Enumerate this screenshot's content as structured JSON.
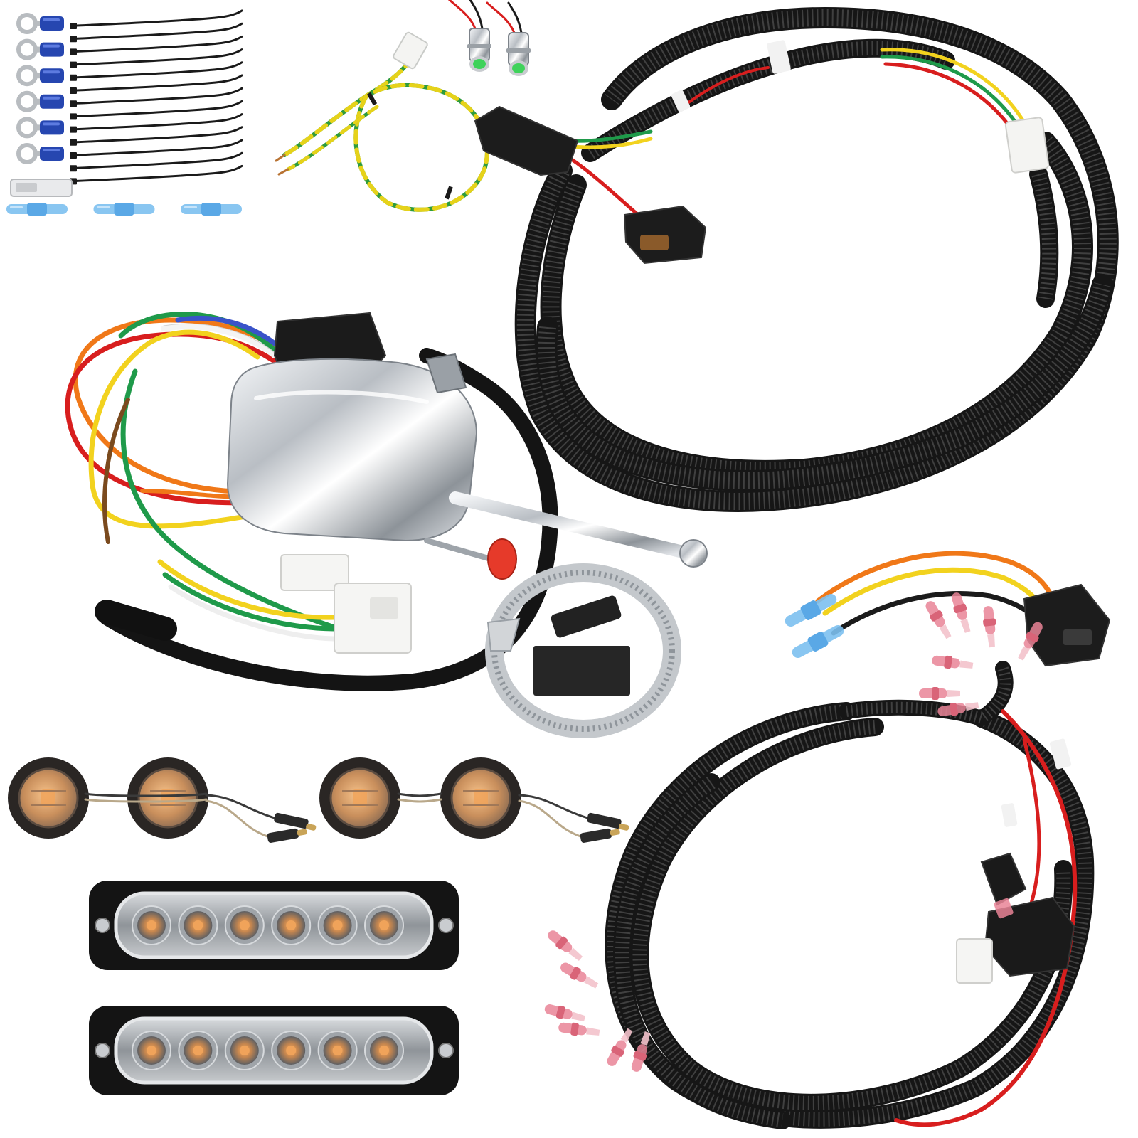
{
  "scene": {
    "background": "#ffffff"
  },
  "palette": {
    "loom": "#161616",
    "loom_rib": "#404040",
    "chrome": "#d9dde2",
    "amber": "#f0a35a",
    "terminal_blue": "#2646b0",
    "butt_blue": "#7cc0f0",
    "pink_terminal": "#e98496",
    "ground_green": "#2e9b3d",
    "ground_yellow": "#e6d21a",
    "wire_red": "#d81e1e",
    "wire_orange": "#f07818",
    "wire_yellow": "#f2d21e",
    "wire_green": "#1f9a4a",
    "wire_white": "#f4f4f4",
    "wire_brown": "#7a4a1e",
    "wire_blue": "#3a53c9",
    "indicator_green": "#3fd25a",
    "clamp": "#c4c8cc"
  },
  "kit": {
    "ring_terminals": 6,
    "zip_ties": 13,
    "butt_connectors": 3,
    "indicator_lights": 2,
    "round_lights": 4,
    "led_bars": 2,
    "leds_per_bar": 6
  }
}
